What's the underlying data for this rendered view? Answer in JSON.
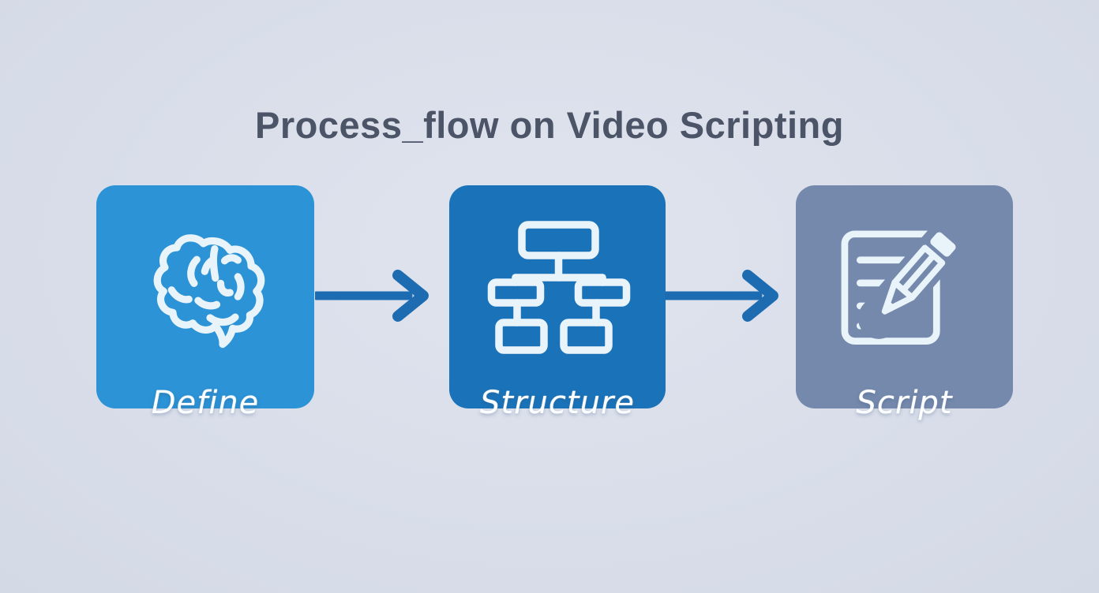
{
  "title": {
    "text": "Process_flow on Video Scripting",
    "color": "#4c5467"
  },
  "steps": [
    {
      "label": "Define",
      "icon": "brain-icon",
      "color": "#2b93d6"
    },
    {
      "label": "Structure",
      "icon": "flowchart-icon",
      "color": "#1a73b9"
    },
    {
      "label": "Script",
      "icon": "document-pencil-icon",
      "color": "#7589ad"
    }
  ],
  "arrow": {
    "color": "#1d6cb2"
  },
  "icon_stroke_color": "#e9f3fa",
  "background_color": "#d8dde9"
}
